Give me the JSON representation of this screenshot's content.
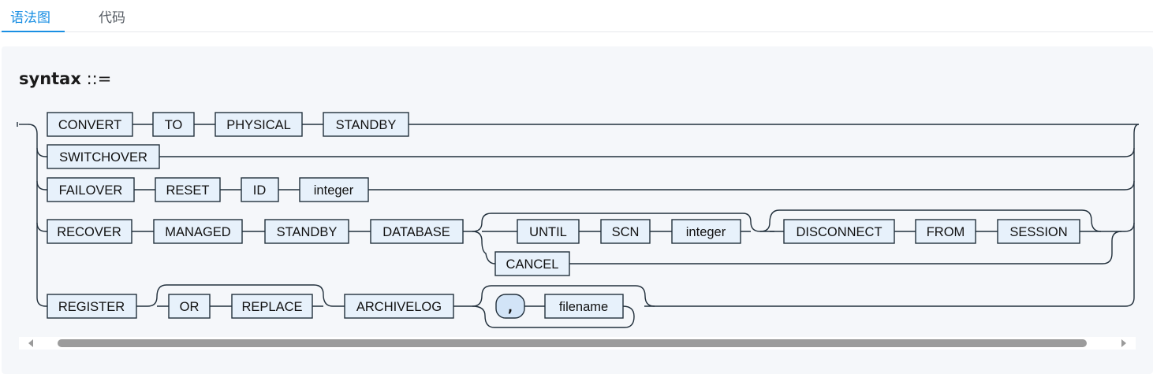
{
  "tabs": [
    {
      "label": "语法图",
      "active": true
    },
    {
      "label": "代码",
      "active": false
    }
  ],
  "syntax": {
    "name": "syntax",
    "operator": "::="
  },
  "diagram": {
    "rows": [
      [
        "CONVERT",
        "TO",
        "PHYSICAL",
        "STANDBY"
      ],
      [
        "SWITCHOVER"
      ],
      [
        "FAILOVER",
        "RESET",
        "ID",
        "integer"
      ],
      [
        "RECOVER",
        "MANAGED",
        "STANDBY",
        "DATABASE",
        "UNTIL",
        "SCN",
        "integer",
        "DISCONNECT",
        "FROM",
        "SESSION",
        "CANCEL"
      ],
      [
        "REGISTER",
        "OR",
        "REPLACE",
        "ARCHIVELOG",
        ",",
        "filename"
      ]
    ]
  },
  "colors": {
    "accent": "#1a8fe3",
    "box_fill": "#e7f1fb",
    "rail": "#22303c",
    "panel_bg": "#f5f7fa"
  }
}
